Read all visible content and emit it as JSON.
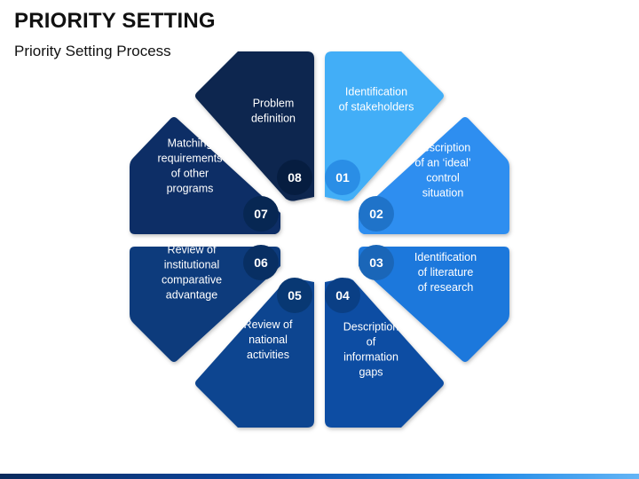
{
  "header": {
    "title": "PRIORITY SETTING",
    "subtitle": "Priority Setting Process"
  },
  "colors": {
    "step_01": "#42aef7",
    "step_02": "#2e8ef0",
    "step_03": "#1e78dc",
    "step_04": "#0c4ea3",
    "step_05": "#0a4490",
    "step_06": "#0a3a7c",
    "step_07": "#0a2f66",
    "step_08": "#082550"
  },
  "steps": [
    {
      "number": "01",
      "lines": [
        "Identification",
        "of stakeholders"
      ]
    },
    {
      "number": "02",
      "lines": [
        "Description",
        "of an ‘ideal’",
        "control",
        "situation"
      ]
    },
    {
      "number": "03",
      "lines": [
        "Identification",
        "of literature",
        "of research"
      ]
    },
    {
      "number": "04",
      "lines": [
        "Description",
        "of",
        "information",
        "gaps"
      ]
    },
    {
      "number": "05",
      "lines": [
        "Review of",
        "national",
        "activities"
      ]
    },
    {
      "number": "06",
      "lines": [
        "Review of",
        "institutional",
        "comparative",
        "advantage"
      ]
    },
    {
      "number": "07",
      "lines": [
        "Matching",
        "requirements",
        "of other",
        "programs"
      ]
    },
    {
      "number": "08",
      "lines": [
        "Problem",
        "definition"
      ]
    }
  ]
}
